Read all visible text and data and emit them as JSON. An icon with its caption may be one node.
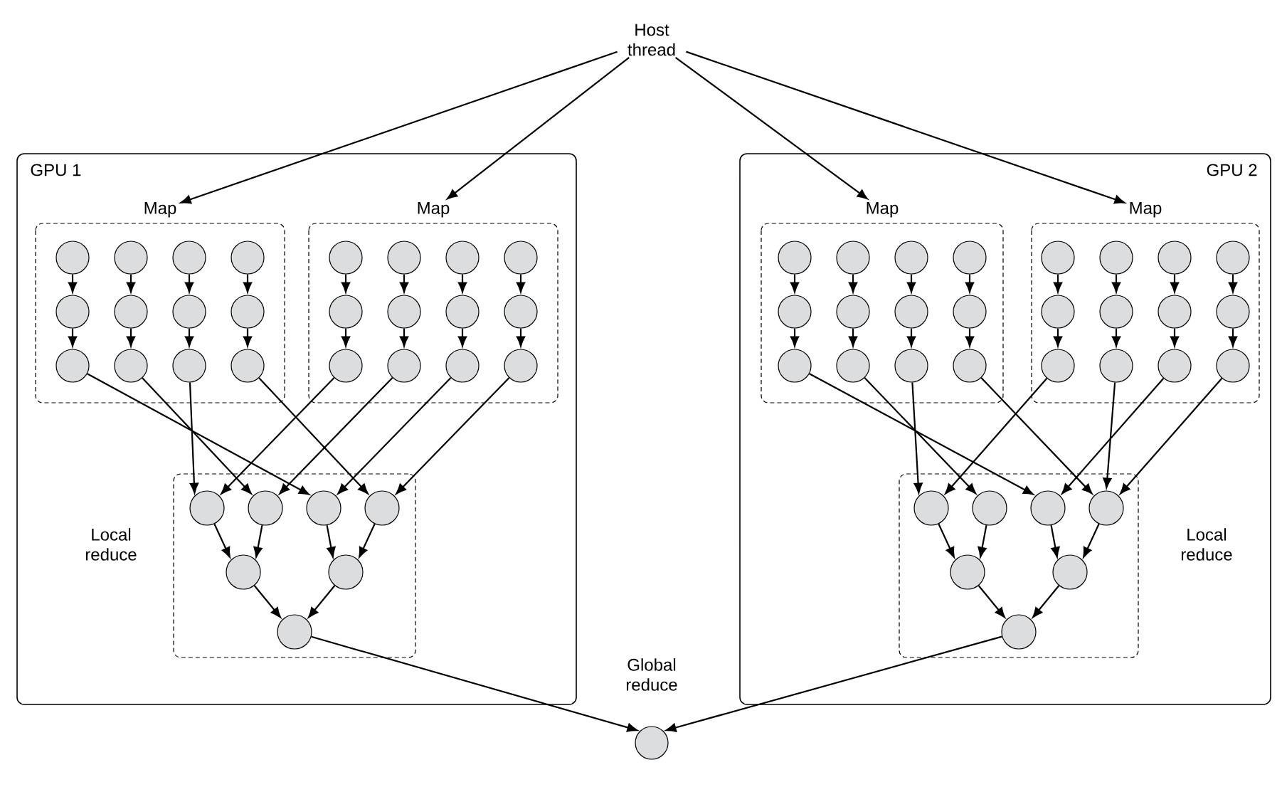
{
  "diagram": {
    "nodes": [
      {
        "text": [
          "Host thread"
        ]
      },
      {
        "text": [
          "GPU 1"
        ]
      },
      {
        "text": [
          "Map"
        ],
        "in": 1
      },
      {
        "text": [
          "Map"
        ],
        "in": 1
      },
      {
        "text": [
          "Local reduce"
        ],
        "in": 1
      },
      {
        "text": [],
        "shape": "circle",
        "in": 2
      },
      {
        "text": [],
        "shape": "circle",
        "in": 2
      },
      {
        "text": [],
        "shape": "circle",
        "in": 2
      },
      {
        "text": [],
        "shape": "circle",
        "in": 2
      },
      {
        "text": [],
        "shape": "circle",
        "in": 2
      },
      {
        "text": [],
        "shape": "circle",
        "in": 2
      },
      {
        "text": [],
        "shape": "circle",
        "in": 2
      },
      {
        "text": [],
        "shape": "circle",
        "in": 2
      },
      {
        "text": [],
        "shape": "circle",
        "in": 2
      },
      {
        "text": [],
        "shape": "circle",
        "in": 2
      },
      {
        "text": [],
        "shape": "circle",
        "in": 2
      },
      {
        "text": [],
        "shape": "circle",
        "in": 2
      },
      {
        "text": [],
        "shape": "circle",
        "in": 3
      },
      {
        "text": [],
        "shape": "circle",
        "in": 3
      },
      {
        "text": [],
        "shape": "circle",
        "in": 3
      },
      {
        "text": [],
        "shape": "circle",
        "in": 3
      },
      {
        "text": [],
        "shape": "circle",
        "in": 3
      },
      {
        "text": [],
        "shape": "circle",
        "in": 3
      },
      {
        "text": [],
        "shape": "circle",
        "in": 3
      },
      {
        "text": [],
        "shape": "circle",
        "in": 3
      },
      {
        "text": [],
        "shape": "circle",
        "in": 3
      },
      {
        "text": [],
        "shape": "circle",
        "in": 3
      },
      {
        "text": [],
        "shape": "circle",
        "in": 3
      },
      {
        "text": [],
        "shape": "circle",
        "in": 3
      },
      {
        "text": [],
        "shape": "circle",
        "in": 4
      },
      {
        "text": [],
        "shape": "circle",
        "in": 4
      },
      {
        "text": [],
        "shape": "circle",
        "in": 4
      },
      {
        "text": [],
        "shape": "circle",
        "in": 4
      },
      {
        "text": [],
        "shape": "circle",
        "in": 4
      },
      {
        "text": [],
        "shape": "circle",
        "in": 4
      },
      {
        "text": [],
        "shape": "circle",
        "in": 4
      },
      {
        "text": [
          "GPU 2"
        ]
      },
      {
        "text": [
          "Map"
        ],
        "in": 36
      },
      {
        "text": [
          "Map"
        ],
        "in": 36
      },
      {
        "text": [
          "Local reduce"
        ],
        "in": 36
      },
      {
        "text": [],
        "shape": "circle",
        "in": 37
      },
      {
        "text": [],
        "shape": "circle",
        "in": 37
      },
      {
        "text": [],
        "shape": "circle",
        "in": 37
      },
      {
        "text": [],
        "shape": "circle",
        "in": 37
      },
      {
        "text": [],
        "shape": "circle",
        "in": 37
      },
      {
        "text": [],
        "shape": "circle",
        "in": 37
      },
      {
        "text": [],
        "shape": "circle",
        "in": 37
      },
      {
        "text": [],
        "shape": "circle",
        "in": 37
      },
      {
        "text": [],
        "shape": "circle",
        "in": 37
      },
      {
        "text": [],
        "shape": "circle",
        "in": 37
      },
      {
        "text": [],
        "shape": "circle",
        "in": 37
      },
      {
        "text": [],
        "shape": "circle",
        "in": 37
      },
      {
        "text": [],
        "shape": "circle",
        "in": 38
      },
      {
        "text": [],
        "shape": "circle",
        "in": 38
      },
      {
        "text": [],
        "shape": "circle",
        "in": 38
      },
      {
        "text": [],
        "shape": "circle",
        "in": 38
      },
      {
        "text": [],
        "shape": "circle",
        "in": 38
      },
      {
        "text": [],
        "shape": "circle",
        "in": 38
      },
      {
        "text": [],
        "shape": "circle",
        "in": 38
      },
      {
        "text": [],
        "shape": "circle",
        "in": 38
      },
      {
        "text": [],
        "shape": "circle",
        "in": 38
      },
      {
        "text": [],
        "shape": "circle",
        "in": 38
      },
      {
        "text": [],
        "shape": "circle",
        "in": 38
      },
      {
        "text": [],
        "shape": "circle",
        "in": 38
      },
      {
        "text": [],
        "shape": "circle",
        "in": 39
      },
      {
        "text": [],
        "shape": "circle",
        "in": 39
      },
      {
        "text": [],
        "shape": "circle",
        "in": 39
      },
      {
        "text": [],
        "shape": "circle",
        "in": 39
      },
      {
        "text": [],
        "shape": "circle",
        "in": 39
      },
      {
        "text": [],
        "shape": "circle",
        "in": 39
      },
      {
        "text": [],
        "shape": "circle",
        "in": 39
      },
      {
        "text": [],
        "shape": "circle",
        "beside": [
          "Global reduce"
        ]
      }
    ],
    "edges": [
      {
        "from": 0,
        "to": 2,
        "arrow": "to"
      },
      {
        "from": 0,
        "to": 3,
        "arrow": "to"
      },
      {
        "from": 0,
        "to": 37,
        "arrow": "to"
      },
      {
        "from": 0,
        "to": 38,
        "arrow": "to"
      },
      {
        "from": 5,
        "to": 9,
        "arrow": "to"
      },
      {
        "from": 6,
        "to": 10,
        "arrow": "to"
      },
      {
        "from": 7,
        "to": 11,
        "arrow": "to"
      },
      {
        "from": 8,
        "to": 12,
        "arrow": "to"
      },
      {
        "from": 9,
        "to": 13,
        "arrow": "to"
      },
      {
        "from": 10,
        "to": 14,
        "arrow": "to"
      },
      {
        "from": 11,
        "to": 15,
        "arrow": "to"
      },
      {
        "from": 12,
        "to": 16,
        "arrow": "to"
      },
      {
        "from": 17,
        "to": 21,
        "arrow": "to"
      },
      {
        "from": 18,
        "to": 22,
        "arrow": "to"
      },
      {
        "from": 19,
        "to": 23,
        "arrow": "to"
      },
      {
        "from": 20,
        "to": 24,
        "arrow": "to"
      },
      {
        "from": 21,
        "to": 25,
        "arrow": "to"
      },
      {
        "from": 22,
        "to": 26,
        "arrow": "to"
      },
      {
        "from": 23,
        "to": 27,
        "arrow": "to"
      },
      {
        "from": 24,
        "to": 28,
        "arrow": "to"
      },
      {
        "from": 13,
        "to": 31,
        "arrow": "to"
      },
      {
        "from": 14,
        "to": 30,
        "arrow": "to"
      },
      {
        "from": 15,
        "to": 29,
        "arrow": "to"
      },
      {
        "from": 16,
        "to": 32,
        "arrow": "to"
      },
      {
        "from": 25,
        "to": 29,
        "arrow": "to"
      },
      {
        "from": 26,
        "to": 30,
        "arrow": "to"
      },
      {
        "from": 27,
        "to": 31,
        "arrow": "to"
      },
      {
        "from": 28,
        "to": 32,
        "arrow": "to"
      },
      {
        "from": 29,
        "to": 33,
        "arrow": "to"
      },
      {
        "from": 30,
        "to": 33,
        "arrow": "to"
      },
      {
        "from": 31,
        "to": 34,
        "arrow": "to"
      },
      {
        "from": 32,
        "to": 34,
        "arrow": "to"
      },
      {
        "from": 33,
        "to": 35,
        "arrow": "to"
      },
      {
        "from": 34,
        "to": 35,
        "arrow": "to"
      },
      {
        "from": 40,
        "to": 44,
        "arrow": "to"
      },
      {
        "from": 41,
        "to": 45,
        "arrow": "to"
      },
      {
        "from": 42,
        "to": 46,
        "arrow": "to"
      },
      {
        "from": 43,
        "to": 47,
        "arrow": "to"
      },
      {
        "from": 44,
        "to": 48,
        "arrow": "to"
      },
      {
        "from": 45,
        "to": 49,
        "arrow": "to"
      },
      {
        "from": 46,
        "to": 50,
        "arrow": "to"
      },
      {
        "from": 47,
        "to": 51,
        "arrow": "to"
      },
      {
        "from": 52,
        "to": 56,
        "arrow": "to"
      },
      {
        "from": 53,
        "to": 57,
        "arrow": "to"
      },
      {
        "from": 54,
        "to": 58,
        "arrow": "to"
      },
      {
        "from": 55,
        "to": 59,
        "arrow": "to"
      },
      {
        "from": 56,
        "to": 60,
        "arrow": "to"
      },
      {
        "from": 57,
        "to": 61,
        "arrow": "to"
      },
      {
        "from": 58,
        "to": 62,
        "arrow": "to"
      },
      {
        "from": 59,
        "to": 63,
        "arrow": "to"
      },
      {
        "from": 48,
        "to": 66,
        "arrow": "to"
      },
      {
        "from": 49,
        "to": 65,
        "arrow": "to"
      },
      {
        "from": 50,
        "to": 64,
        "arrow": "to"
      },
      {
        "from": 51,
        "to": 67,
        "arrow": "to"
      },
      {
        "from": 60,
        "to": 64,
        "arrow": "to"
      },
      {
        "from": 61,
        "to": 67,
        "arrow": "to"
      },
      {
        "from": 62,
        "to": 66,
        "arrow": "to"
      },
      {
        "from": 63,
        "to": 67,
        "arrow": "to"
      },
      {
        "from": 64,
        "to": 68,
        "arrow": "to"
      },
      {
        "from": 65,
        "to": 68,
        "arrow": "to"
      },
      {
        "from": 66,
        "to": 69,
        "arrow": "to"
      },
      {
        "from": 67,
        "to": 69,
        "arrow": "to"
      },
      {
        "from": 68,
        "to": 70,
        "arrow": "to"
      },
      {
        "from": 69,
        "to": 70,
        "arrow": "to"
      },
      {
        "from": 35,
        "to": 71,
        "arrow": "to"
      },
      {
        "from": 70,
        "to": 71,
        "arrow": "to"
      }
    ]
  }
}
